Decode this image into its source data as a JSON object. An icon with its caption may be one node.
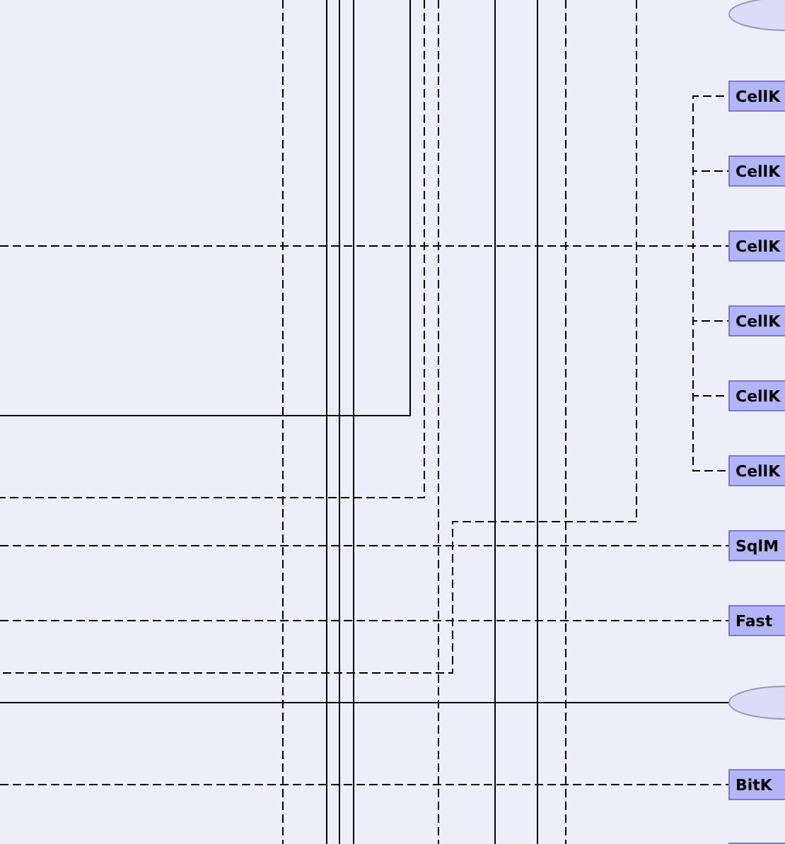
{
  "diagram": {
    "nodes": [
      {
        "text": [],
        "shape": "ellipse"
      },
      {
        "text": [
          "CellK"
        ]
      },
      {
        "text": [
          "CellK"
        ]
      },
      {
        "text": [
          "CellK"
        ]
      },
      {
        "text": [
          "CellK"
        ]
      },
      {
        "text": [
          "CellK"
        ]
      },
      {
        "text": [
          "CellK"
        ]
      },
      {
        "text": [
          "SqlM"
        ]
      },
      {
        "text": [
          "Fast"
        ]
      },
      {
        "text": [],
        "shape": "ellipse"
      },
      {
        "text": [
          "BitK"
        ]
      },
      {
        "text": [],
        "shape": "box"
      }
    ],
    "edges": [
      {
        "from": null,
        "to": 1,
        "arrow": "none",
        "style": "dashed"
      },
      {
        "from": null,
        "to": 2,
        "arrow": "none",
        "style": "dashed"
      },
      {
        "from": null,
        "to": 3,
        "arrow": "none",
        "style": "dashed"
      },
      {
        "from": null,
        "to": 4,
        "arrow": "none",
        "style": "dashed"
      },
      {
        "from": null,
        "to": 5,
        "arrow": "none",
        "style": "dashed"
      },
      {
        "from": null,
        "to": 6,
        "arrow": "none",
        "style": "dashed"
      },
      {
        "from": null,
        "to": 7,
        "arrow": "none",
        "style": "dashed"
      },
      {
        "from": null,
        "to": 8,
        "arrow": "none",
        "style": "dashed"
      },
      {
        "from": null,
        "to": 9,
        "arrow": "none"
      },
      {
        "from": null,
        "to": 10,
        "arrow": "none",
        "style": "dashed"
      }
    ]
  }
}
